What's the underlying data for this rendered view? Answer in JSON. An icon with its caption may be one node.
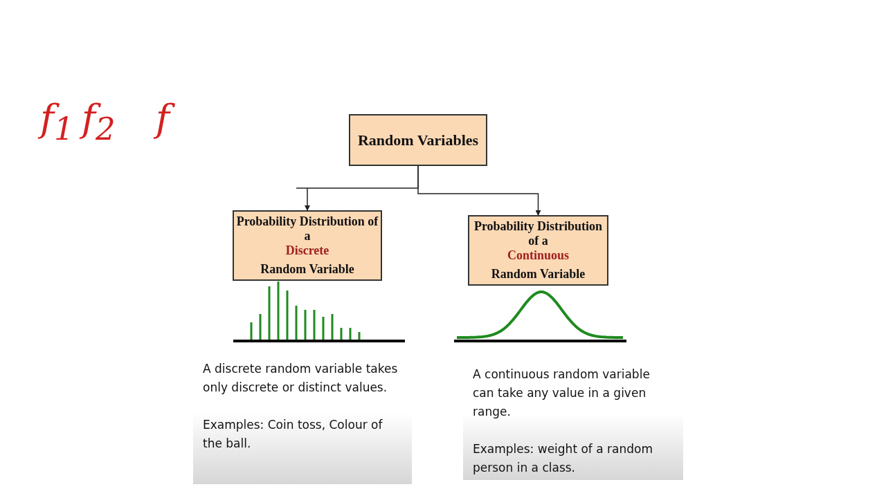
{
  "diagram": {
    "nodes": [
      {
        "text": [
          "Random Variables"
        ]
      },
      {
        "text": [
          "Probability Distribution of a",
          "Discrete",
          "Random Variable"
        ]
      },
      {
        "text": [
          "Probability Distribution of a",
          "Continuous",
          "Random Variable"
        ]
      },
      {
        "text": [
          "A discrete random variable takes only discrete or distinct values.",
          "Examples: Coin toss, Colour of the ball."
        ]
      },
      {
        "text": [
          "A continuous random variable can take any value in a given range.",
          "Examples: weight of a random person in a class."
        ]
      }
    ],
    "edges": [
      {
        "from": 0,
        "to": 1,
        "arrow": "to"
      },
      {
        "from": 0,
        "to": 2,
        "arrow": "to"
      }
    ],
    "labels": [
      "f$_{1}$",
      "f$_{2}$",
      "f"
    ]
  }
}
